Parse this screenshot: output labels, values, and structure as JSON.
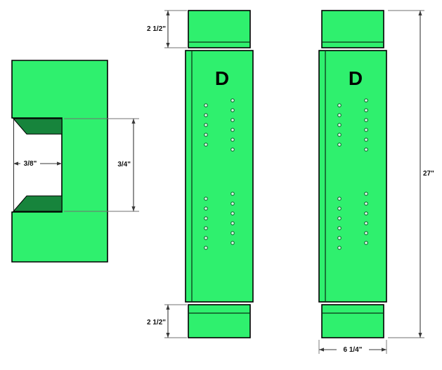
{
  "drawing": {
    "colors": {
      "face_green": "#2ff06e",
      "groove_dark_green": "#17843c",
      "outline": "#000000",
      "dim": "#3a3a3a",
      "hole_fill": "#dcffe9",
      "hole_stroke": "#0e5e2b"
    },
    "cross_section": {
      "groove_width_label": "3/8\"",
      "groove_height_label": "3/4\""
    },
    "panels": {
      "left_panel_label": "D",
      "right_panel_label": "D"
    },
    "dimensions": {
      "top_rail": "2 1/2\"",
      "bottom_rail": "2 1/2\"",
      "overall_height": "27\"",
      "overall_width": "6 1/4\""
    },
    "holes": {
      "col_offsets_x": [
        29,
        67
      ],
      "upper_left_y": [
        150,
        164,
        178,
        192,
        206
      ],
      "upper_right_y": [
        143,
        157,
        171,
        185,
        199,
        213
      ],
      "lower_left_y": [
        283,
        297,
        311,
        325,
        339,
        353
      ],
      "lower_right_y": [
        276,
        290,
        304,
        318,
        332,
        346
      ],
      "radius": 2.3
    }
  }
}
